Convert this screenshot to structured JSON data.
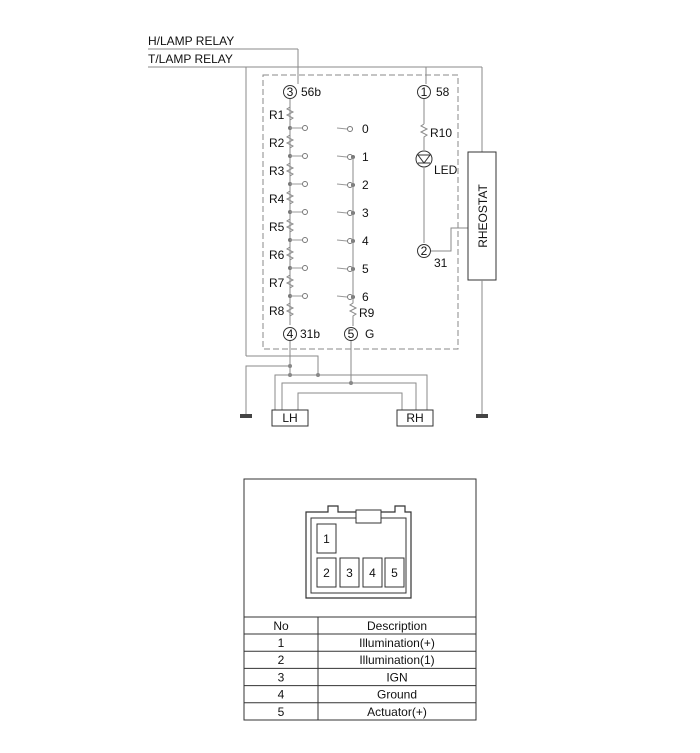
{
  "relays": {
    "headlamp": "H/LAMP RELAY",
    "taillamp": "T/LAMP RELAY"
  },
  "pins": {
    "p3": {
      "num": "3",
      "label": "56b"
    },
    "p1": {
      "num": "1",
      "label": "58"
    },
    "p2": {
      "num": "2",
      "label": "31"
    },
    "p4": {
      "num": "4",
      "label": "31b"
    },
    "p5": {
      "num": "5",
      "label": "G"
    }
  },
  "resistors": [
    "R1",
    "R2",
    "R3",
    "R4",
    "R5",
    "R6",
    "R7",
    "R8"
  ],
  "r9": "R9",
  "r10": "R10",
  "led": "LED",
  "rheostat": "RHEOSTAT",
  "positions": [
    "0",
    "1",
    "2",
    "3",
    "4",
    "5",
    "6"
  ],
  "actuators": {
    "left": "LH",
    "right": "RH"
  },
  "connector": {
    "pins": [
      "1",
      "2",
      "3",
      "4",
      "5"
    ]
  },
  "pin_table": {
    "headers": [
      "No",
      "Description"
    ],
    "rows": [
      [
        "1",
        "Illumination(+)"
      ],
      [
        "2",
        "Illumination(1)"
      ],
      [
        "3",
        "IGN"
      ],
      [
        "4",
        "Ground"
      ],
      [
        "5",
        "Actuator(+)"
      ]
    ]
  }
}
